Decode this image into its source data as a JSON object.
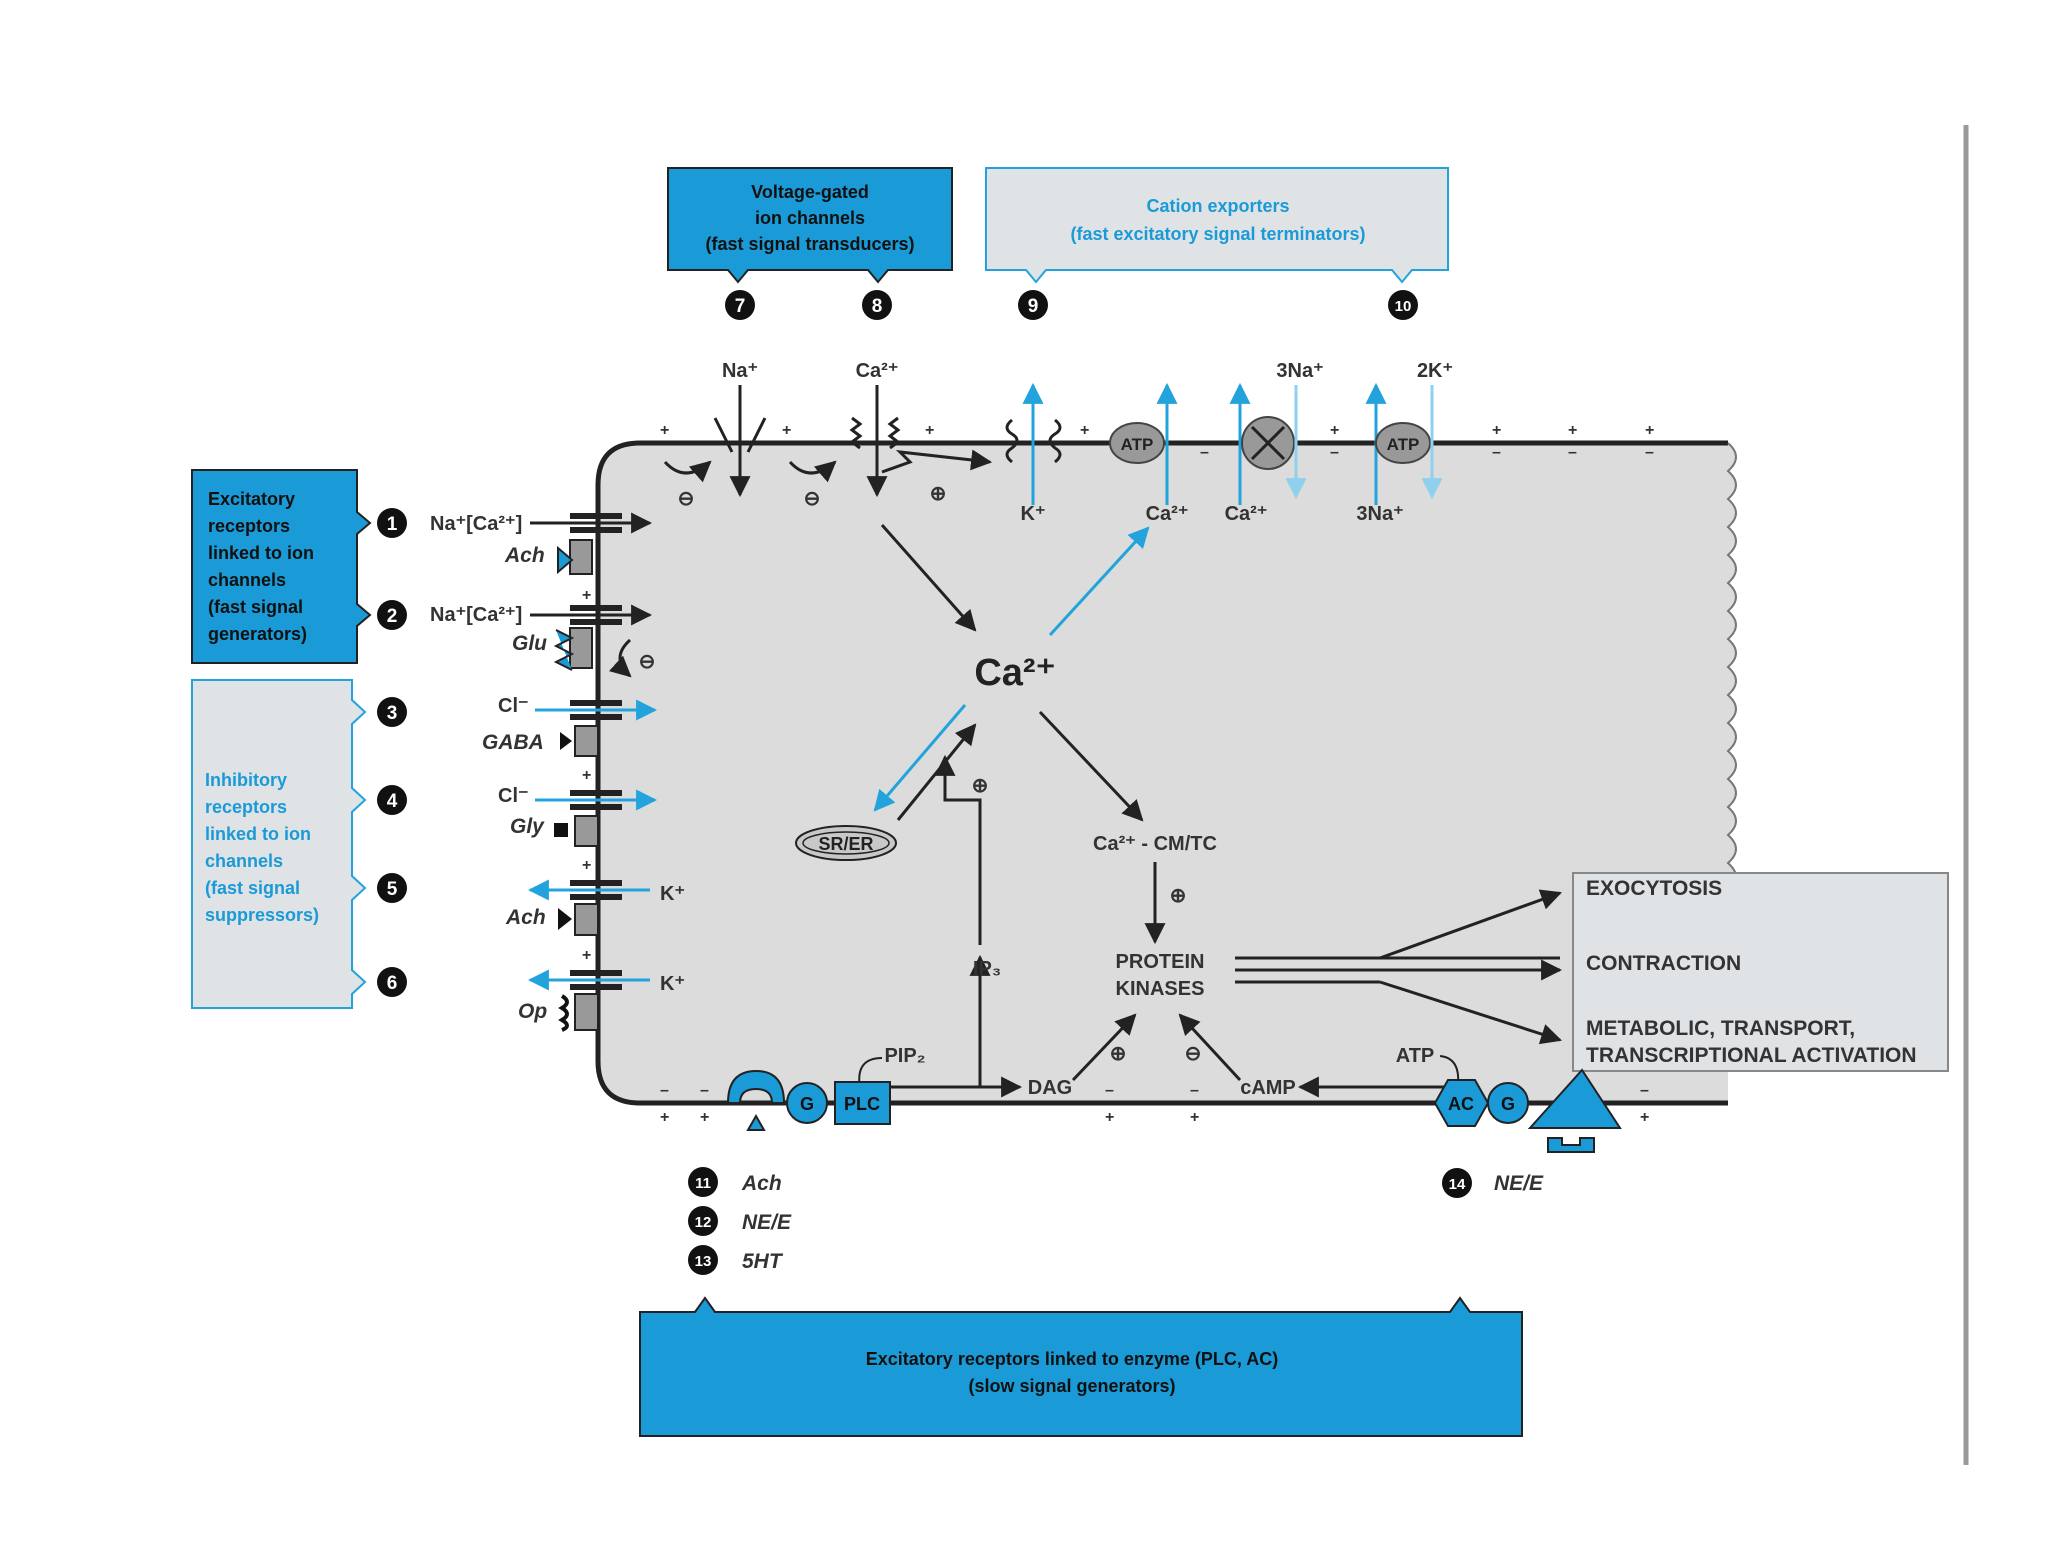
{
  "boxes": {
    "voltage_gated": [
      "Voltage-gated",
      "ion channels",
      "(fast signal transducers)"
    ],
    "cation_exporters": [
      "Cation exporters",
      "(fast excitatory signal terminators)"
    ],
    "excitatory_receptors": [
      "Excitatory",
      "receptors",
      "linked to ion",
      "channels",
      "(fast signal",
      "generators)"
    ],
    "inhibitory_receptors": [
      "Inhibitory",
      "receptors",
      "linked to ion",
      "channels",
      "(fast signal",
      "suppressors)"
    ],
    "enzyme_receptors": [
      "Excitatory receptors linked to enzyme (PLC, AC)",
      "(slow signal generators)"
    ],
    "outputs": [
      "EXOCYTOSIS",
      "CONTRACTION",
      "METABOLIC, TRANSPORT,",
      "TRANSCRIPTIONAL ACTIVATION"
    ]
  },
  "numbers": [
    "1",
    "2",
    "3",
    "4",
    "5",
    "6",
    "7",
    "8",
    "9",
    "10",
    "11",
    "12",
    "13",
    "14"
  ],
  "ions": {
    "top_na": "Na⁺",
    "top_ca": "Ca²⁺",
    "top_3na": "3Na⁺",
    "top_2k": "2K⁺",
    "k_in": "K⁺",
    "ca_out1": "Ca²⁺",
    "ca_out2": "Ca²⁺",
    "na3_in": "3Na⁺",
    "na_ca_1": "Na⁺[Ca²⁺]",
    "na_ca_2": "Na⁺[Ca²⁺]",
    "cl_1": "Cl⁻",
    "cl_2": "Cl⁻",
    "k_out1": "K⁺",
    "k_out2": "K⁺"
  },
  "ligands": {
    "ach1": "Ach",
    "glu": "Glu",
    "gaba": "GABA",
    "gly": "Gly",
    "ach2": "Ach",
    "op": "Op",
    "ach3": "Ach",
    "nee1": "NE/E",
    "sht": "5HT",
    "nee2": "NE/E"
  },
  "molecules": {
    "ca_center": "Ca²⁺",
    "sr_er": "SR/ER",
    "ca_cm": "Ca²⁺ - CM/TC",
    "protein": "PROTEIN",
    "kinases": "KINASES",
    "ip3": "IP₃",
    "pip2": "PIP₂",
    "dag": "DAG",
    "camp": "cAMP",
    "atp_small": "ATP",
    "atp_pump1": "ATP",
    "atp_pump2": "ATP",
    "g1": "G",
    "plc": "PLC",
    "ac": "AC",
    "g2": "G"
  },
  "signs": {
    "minus": "⊖",
    "plus": "⊕"
  },
  "colors": {
    "dark_blue": "#1a9ad6",
    "light_blue": "#22a3dc",
    "cell_fill": "#dcdcdc",
    "light_box": "#e0e3e6"
  }
}
